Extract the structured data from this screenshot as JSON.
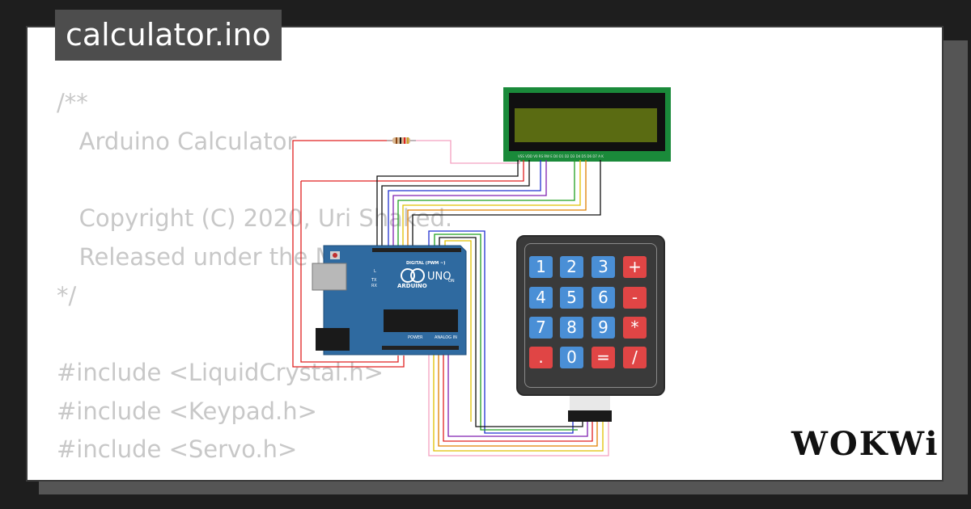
{
  "project": {
    "filename": "calculator.ino",
    "brand": "WOKWi"
  },
  "code_lines": [
    "/**",
    "   Arduino Calculator",
    "",
    "   Copyright (C) 2020, Uri Shaked.",
    "   Released under the MIT License.",
    "*/",
    "",
    "#include <LiquidCrystal.h>",
    "#include <Keypad.h>",
    "#include <Servo.h>"
  ],
  "arduino": {
    "model": "UNO",
    "brand": "ARDUINO",
    "digital_label": "DIGITAL (PWM ~)",
    "power_label": "POWER",
    "analog_label": "ANALOG IN",
    "on_label": "ON",
    "tx_label": "TX",
    "rx_label": "RX",
    "l_label": "L"
  },
  "lcd": {
    "pin_labels": "VSS VDD V0 RS RW E D0 D1 D2 D3 D4 D5 D6 D7 A K"
  },
  "keypad": {
    "keys": [
      {
        "label": "1",
        "color": "blue"
      },
      {
        "label": "2",
        "color": "blue"
      },
      {
        "label": "3",
        "color": "blue"
      },
      {
        "label": "+",
        "color": "red"
      },
      {
        "label": "4",
        "color": "blue"
      },
      {
        "label": "5",
        "color": "blue"
      },
      {
        "label": "6",
        "color": "blue"
      },
      {
        "label": "-",
        "color": "red"
      },
      {
        "label": "7",
        "color": "blue"
      },
      {
        "label": "8",
        "color": "blue"
      },
      {
        "label": "9",
        "color": "blue"
      },
      {
        "label": "*",
        "color": "red"
      },
      {
        "label": ".",
        "color": "red"
      },
      {
        "label": "0",
        "color": "blue"
      },
      {
        "label": "=",
        "color": "red"
      },
      {
        "label": "/",
        "color": "red"
      }
    ]
  },
  "colors": {
    "background": "#1e1e1e",
    "badge": "#4d4d4d",
    "code_text": "#c8c8c8",
    "board": "#2f6aa0",
    "lcd_pcb": "#1a8a3a",
    "lcd_screen": "#5a6b12",
    "key_blue": "#4a8fd6",
    "key_red": "#e04545"
  }
}
